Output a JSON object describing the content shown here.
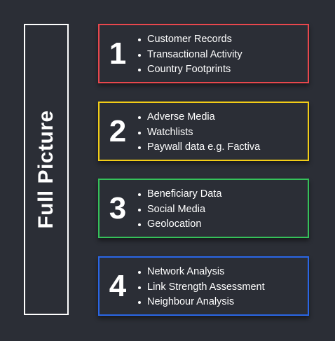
{
  "side_title": "Full Picture",
  "cards": [
    {
      "number": "1",
      "color": "#e8474d",
      "items": [
        "Customer Records",
        "Transactional Activity",
        "Country Footprints"
      ]
    },
    {
      "number": "2",
      "color": "#f2cd17",
      "items": [
        "Adverse Media",
        "Watchlists",
        "Paywall data e.g. Factiva"
      ]
    },
    {
      "number": "3",
      "color": "#35c15a",
      "items": [
        "Beneficiary Data",
        "Social Media",
        "Geolocation"
      ]
    },
    {
      "number": "4",
      "color": "#2a66e6",
      "items": [
        "Network Analysis",
        "Link Strength Assessment",
        "Neighbour Analysis"
      ]
    }
  ]
}
